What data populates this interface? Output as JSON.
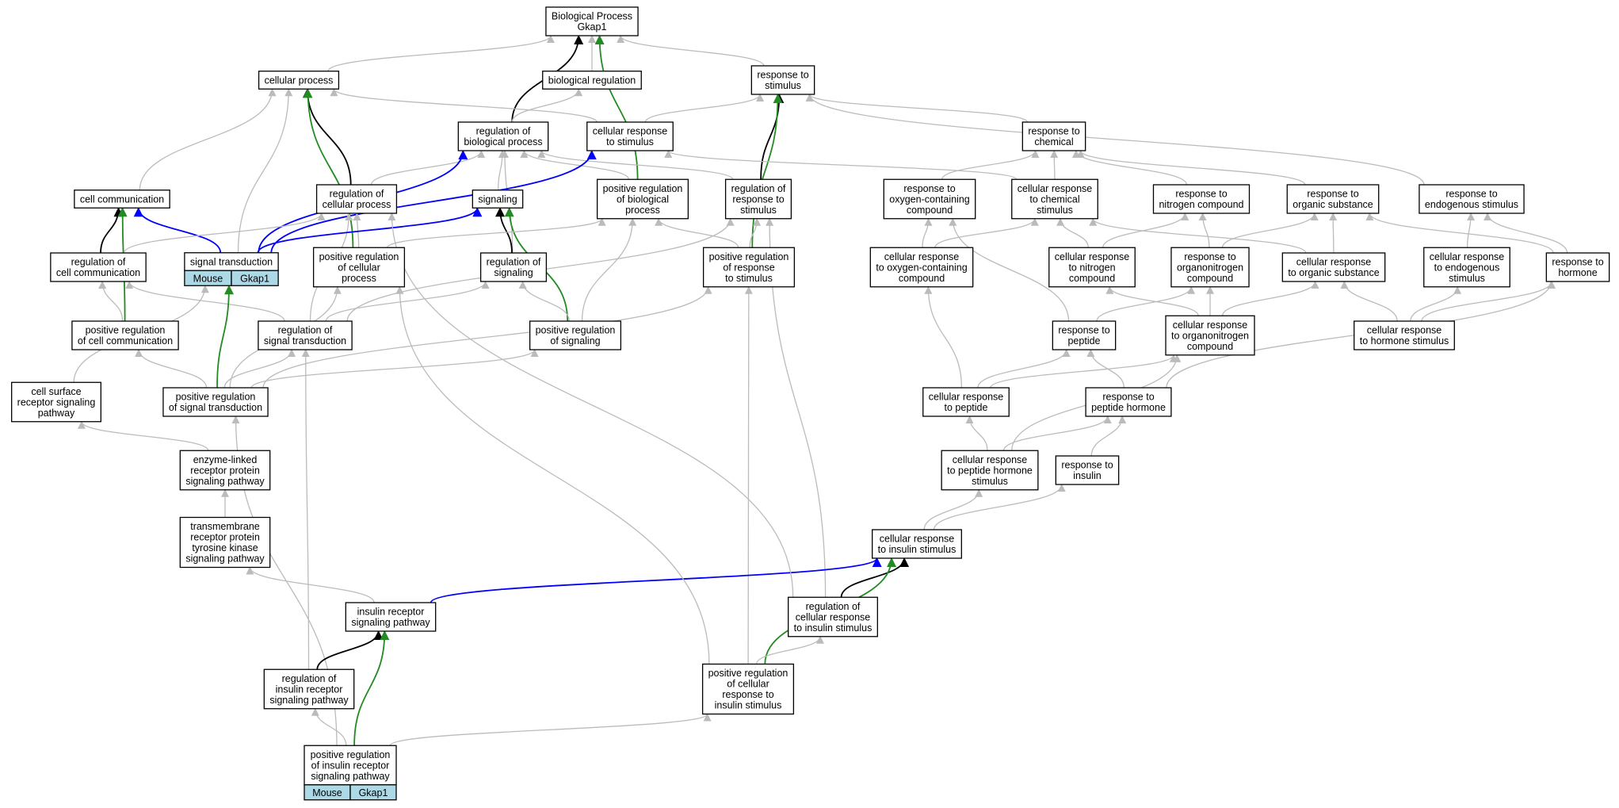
{
  "colors": {
    "is_a": "#bbbbbb",
    "part_of": "#000000",
    "regulates": "#0000ff",
    "positively_regulates": "#228b22"
  },
  "nodes": [
    {
      "id": "bp",
      "lines": [
        "Biological Process",
        "Gkap1"
      ]
    },
    {
      "id": "cp",
      "lines": [
        "cellular process"
      ]
    },
    {
      "id": "br",
      "lines": [
        "biological regulation"
      ]
    },
    {
      "id": "rts",
      "lines": [
        "response to",
        "stimulus"
      ]
    },
    {
      "id": "rbp",
      "lines": [
        "regulation of",
        "biological process"
      ]
    },
    {
      "id": "crts",
      "lines": [
        "cellular response",
        "to stimulus"
      ]
    },
    {
      "id": "rtc",
      "lines": [
        "response to",
        "chemical"
      ]
    },
    {
      "id": "cc",
      "lines": [
        "cell communication"
      ]
    },
    {
      "id": "rcp",
      "lines": [
        "regulation of",
        "cellular process"
      ]
    },
    {
      "id": "sig",
      "lines": [
        "signaling"
      ]
    },
    {
      "id": "prbp",
      "lines": [
        "positive regulation",
        "of biological",
        "process"
      ]
    },
    {
      "id": "rrts",
      "lines": [
        "regulation of",
        "response to",
        "stimulus"
      ]
    },
    {
      "id": "rtocc",
      "lines": [
        "response to",
        "oxygen-containing",
        "compound"
      ]
    },
    {
      "id": "crtc",
      "lines": [
        "cellular response",
        "to chemical",
        "stimulus"
      ]
    },
    {
      "id": "rtnc",
      "lines": [
        "response to",
        "nitrogen compound"
      ]
    },
    {
      "id": "rtos",
      "lines": [
        "response to",
        "organic substance"
      ]
    },
    {
      "id": "rtes",
      "lines": [
        "response to",
        "endogenous stimulus"
      ]
    },
    {
      "id": "st",
      "lines": [
        "signal transduction"
      ],
      "annotation": [
        "Mouse",
        "Gkap1"
      ]
    },
    {
      "id": "rcc",
      "lines": [
        "regulation of",
        "cell communication"
      ]
    },
    {
      "id": "prcp",
      "lines": [
        "positive regulation",
        "of cellular",
        "process"
      ]
    },
    {
      "id": "rsig",
      "lines": [
        "regulation of",
        "signaling"
      ]
    },
    {
      "id": "prrts",
      "lines": [
        "positive regulation",
        "of response",
        "to stimulus"
      ]
    },
    {
      "id": "crtocc",
      "lines": [
        "cellular response",
        "to oxygen-containing",
        "compound"
      ]
    },
    {
      "id": "crtnc",
      "lines": [
        "cellular response",
        "to nitrogen",
        "compound"
      ]
    },
    {
      "id": "rtoc",
      "lines": [
        "response to",
        "organonitrogen",
        "compound"
      ]
    },
    {
      "id": "crtos",
      "lines": [
        "cellular response",
        "to organic substance"
      ]
    },
    {
      "id": "crtes",
      "lines": [
        "cellular response",
        "to endogenous",
        "stimulus"
      ]
    },
    {
      "id": "rth",
      "lines": [
        "response to",
        "hormone"
      ]
    },
    {
      "id": "prcc",
      "lines": [
        "positive regulation",
        "of cell communication"
      ]
    },
    {
      "id": "rst",
      "lines": [
        "regulation of",
        "signal transduction"
      ]
    },
    {
      "id": "prsig",
      "lines": [
        "positive regulation",
        "of signaling"
      ]
    },
    {
      "id": "rtp",
      "lines": [
        "response to",
        "peptide"
      ]
    },
    {
      "id": "crtoc",
      "lines": [
        "cellular response",
        "to organonitrogen",
        "compound"
      ]
    },
    {
      "id": "crths",
      "lines": [
        "cellular response",
        "to hormone stimulus"
      ]
    },
    {
      "id": "csrsp",
      "lines": [
        "cell surface",
        "receptor signaling",
        "pathway"
      ]
    },
    {
      "id": "prst",
      "lines": [
        "positive regulation",
        "of signal transduction"
      ]
    },
    {
      "id": "crtp",
      "lines": [
        "cellular response",
        "to peptide"
      ]
    },
    {
      "id": "rtph",
      "lines": [
        "response to",
        "peptide hormone"
      ]
    },
    {
      "id": "elrpsp",
      "lines": [
        "enzyme-linked",
        "receptor protein",
        "signaling pathway"
      ]
    },
    {
      "id": "crtphs",
      "lines": [
        "cellular response",
        "to peptide hormone",
        "stimulus"
      ]
    },
    {
      "id": "rti",
      "lines": [
        "response to",
        "insulin"
      ]
    },
    {
      "id": "trptksp",
      "lines": [
        "transmembrane",
        "receptor protein",
        "tyrosine kinase",
        "signaling pathway"
      ]
    },
    {
      "id": "crtis",
      "lines": [
        "cellular response",
        "to insulin stimulus"
      ]
    },
    {
      "id": "irsp",
      "lines": [
        "insulin receptor",
        "signaling pathway"
      ]
    },
    {
      "id": "rcrtis",
      "lines": [
        "regulation of",
        "cellular response",
        "to insulin stimulus"
      ]
    },
    {
      "id": "rirsp",
      "lines": [
        "regulation of",
        "insulin receptor",
        "signaling pathway"
      ]
    },
    {
      "id": "prcrtis",
      "lines": [
        "positive regulation",
        "of cellular",
        "response to",
        "insulin stimulus"
      ]
    },
    {
      "id": "prirsp",
      "lines": [
        "positive regulation",
        "of insulin receptor",
        "signaling pathway"
      ],
      "annotation": [
        "Mouse",
        "Gkap1"
      ]
    }
  ],
  "edges": [
    [
      "cp",
      "bp",
      "is_a"
    ],
    [
      "br",
      "bp",
      "is_a"
    ],
    [
      "rts",
      "bp",
      "is_a"
    ],
    [
      "rbp",
      "bp",
      "part_of"
    ],
    [
      "prbp",
      "bp",
      "positively_regulates"
    ],
    [
      "cc",
      "cp",
      "is_a"
    ],
    [
      "st",
      "cp",
      "is_a"
    ],
    [
      "rcp",
      "cp",
      "part_of"
    ],
    [
      "prcp",
      "cp",
      "positively_regulates"
    ],
    [
      "rbp",
      "br",
      "is_a"
    ],
    [
      "crts",
      "cp",
      "is_a"
    ],
    [
      "crts",
      "rts",
      "is_a"
    ],
    [
      "rtc",
      "rts",
      "is_a"
    ],
    [
      "rtes",
      "rts",
      "is_a"
    ],
    [
      "rrts",
      "rts",
      "part_of"
    ],
    [
      "prrts",
      "rts",
      "positively_regulates"
    ],
    [
      "rcp",
      "rbp",
      "is_a"
    ],
    [
      "sig",
      "rbp",
      "is_a"
    ],
    [
      "prbp",
      "rbp",
      "is_a"
    ],
    [
      "rrts",
      "rbp",
      "is_a"
    ],
    [
      "rsig",
      "rbp",
      "is_a"
    ],
    [
      "st",
      "rbp",
      "regulates"
    ],
    [
      "crtc",
      "crts",
      "is_a"
    ],
    [
      "st",
      "crts",
      "regulates"
    ],
    [
      "rtocc",
      "rtc",
      "is_a"
    ],
    [
      "crtc",
      "rtc",
      "is_a"
    ],
    [
      "rtnc",
      "rtc",
      "is_a"
    ],
    [
      "rtos",
      "rtc",
      "is_a"
    ],
    [
      "rcc",
      "cc",
      "part_of"
    ],
    [
      "st",
      "cc",
      "regulates"
    ],
    [
      "prcc",
      "cc",
      "positively_regulates"
    ],
    [
      "rcc",
      "rcp",
      "is_a"
    ],
    [
      "prcp",
      "rcp",
      "is_a"
    ],
    [
      "rst",
      "rcp",
      "is_a"
    ],
    [
      "st",
      "sig",
      "regulates"
    ],
    [
      "rsig",
      "sig",
      "part_of"
    ],
    [
      "prsig",
      "sig",
      "positively_regulates"
    ],
    [
      "prcp",
      "prbp",
      "is_a"
    ],
    [
      "prrts",
      "prbp",
      "is_a"
    ],
    [
      "prsig",
      "prbp",
      "is_a"
    ],
    [
      "prrts",
      "rrts",
      "is_a"
    ],
    [
      "rst",
      "rrts",
      "is_a"
    ],
    [
      "rcrtis",
      "rrts",
      "is_a"
    ],
    [
      "crtocc",
      "rtocc",
      "is_a"
    ],
    [
      "rtp",
      "rtocc",
      "is_a"
    ],
    [
      "crtocc",
      "crtc",
      "is_a"
    ],
    [
      "crtnc",
      "crtc",
      "is_a"
    ],
    [
      "crtos",
      "crtc",
      "is_a"
    ],
    [
      "crtnc",
      "rtnc",
      "is_a"
    ],
    [
      "rtoc",
      "rtnc",
      "is_a"
    ],
    [
      "rtoc",
      "rtos",
      "is_a"
    ],
    [
      "crtos",
      "rtos",
      "is_a"
    ],
    [
      "rth",
      "rtos",
      "is_a"
    ],
    [
      "crtes",
      "rtes",
      "is_a"
    ],
    [
      "rth",
      "rtes",
      "is_a"
    ],
    [
      "rst",
      "rcc",
      "is_a"
    ],
    [
      "prcc",
      "rcc",
      "is_a"
    ],
    [
      "prst",
      "prcp",
      "is_a"
    ],
    [
      "rst",
      "rsig",
      "is_a"
    ],
    [
      "prsig",
      "rsig",
      "is_a"
    ],
    [
      "prst",
      "prrts",
      "is_a"
    ],
    [
      "prcrtis",
      "prrts",
      "is_a"
    ],
    [
      "crtp",
      "crtocc",
      "is_a"
    ],
    [
      "crtoc",
      "crtnc",
      "is_a"
    ],
    [
      "crtoc",
      "rtoc",
      "is_a"
    ],
    [
      "rtp",
      "rtoc",
      "is_a"
    ],
    [
      "crtoc",
      "crtos",
      "is_a"
    ],
    [
      "crths",
      "crtos",
      "is_a"
    ],
    [
      "crths",
      "crtes",
      "is_a"
    ],
    [
      "crths",
      "rth",
      "is_a"
    ],
    [
      "rtph",
      "rth",
      "is_a"
    ],
    [
      "prst",
      "prcc",
      "is_a"
    ],
    [
      "prst",
      "rst",
      "is_a"
    ],
    [
      "rirsp",
      "rst",
      "is_a"
    ],
    [
      "prcc",
      "rcc",
      "is_a"
    ],
    [
      "prst",
      "prsig",
      "is_a"
    ],
    [
      "prst",
      "st",
      "positively_regulates"
    ],
    [
      "crtp",
      "rtp",
      "is_a"
    ],
    [
      "rtph",
      "rtp",
      "is_a"
    ],
    [
      "crtp",
      "crtoc",
      "is_a"
    ],
    [
      "crtphs",
      "crtoc",
      "is_a"
    ],
    [
      "csrsp",
      "st",
      "is_a"
    ],
    [
      "prirsp",
      "prst",
      "is_a"
    ],
    [
      "crtphs",
      "crtp",
      "is_a"
    ],
    [
      "crtphs",
      "rtph",
      "is_a"
    ],
    [
      "rti",
      "rtph",
      "is_a"
    ],
    [
      "elrpsp",
      "csrsp",
      "is_a"
    ],
    [
      "crtis",
      "crtphs",
      "is_a"
    ],
    [
      "crtis",
      "rti",
      "is_a"
    ],
    [
      "trptksp",
      "elrpsp",
      "is_a"
    ],
    [
      "irsp",
      "trptksp",
      "is_a"
    ],
    [
      "irsp",
      "crtis",
      "regulates"
    ],
    [
      "rcrtis",
      "crtis",
      "part_of"
    ],
    [
      "prcrtis",
      "crtis",
      "positively_regulates"
    ],
    [
      "rcrtis",
      "rcp",
      "is_a"
    ],
    [
      "prcrtis",
      "prcp",
      "is_a"
    ],
    [
      "prcrtis",
      "rcrtis",
      "is_a"
    ],
    [
      "rirsp",
      "irsp",
      "part_of"
    ],
    [
      "prirsp",
      "irsp",
      "positively_regulates"
    ],
    [
      "prirsp",
      "rirsp",
      "is_a"
    ],
    [
      "prirsp",
      "prcrtis",
      "is_a"
    ]
  ]
}
